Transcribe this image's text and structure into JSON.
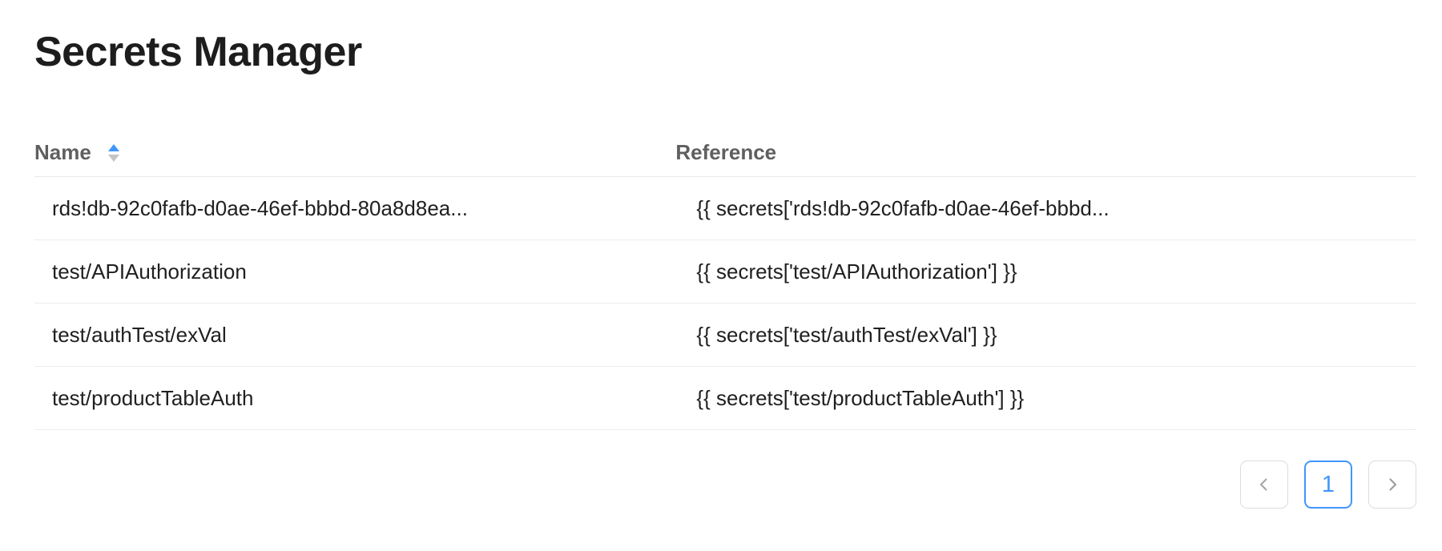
{
  "page": {
    "title": "Secrets Manager"
  },
  "table": {
    "columns": [
      {
        "key": "name",
        "label": "Name",
        "sortable": true,
        "sort_state": "ascending-highlighted"
      },
      {
        "key": "reference",
        "label": "Reference",
        "sortable": false
      }
    ],
    "rows": [
      {
        "name": "rds!db-92c0fafb-d0ae-46ef-bbbd-80a8d8ea...",
        "reference": "{{ secrets['rds!db-92c0fafb-d0ae-46ef-bbbd..."
      },
      {
        "name": "test/APIAuthorization",
        "reference": "{{ secrets['test/APIAuthorization'] }}"
      },
      {
        "name": "test/authTest/exVal",
        "reference": "{{ secrets['test/authTest/exVal'] }}"
      },
      {
        "name": "test/productTableAuth",
        "reference": "{{ secrets['test/productTableAuth'] }}"
      }
    ]
  },
  "pagination": {
    "current_page": "1",
    "prev_icon": "chevron-left",
    "next_icon": "chevron-right"
  },
  "colors": {
    "accent_blue": "#4096ff",
    "sort_caret_active": "#4096ff",
    "sort_caret_inactive": "#c4c4c4",
    "header_text": "#5f5f5f",
    "row_divider": "#ececec"
  }
}
